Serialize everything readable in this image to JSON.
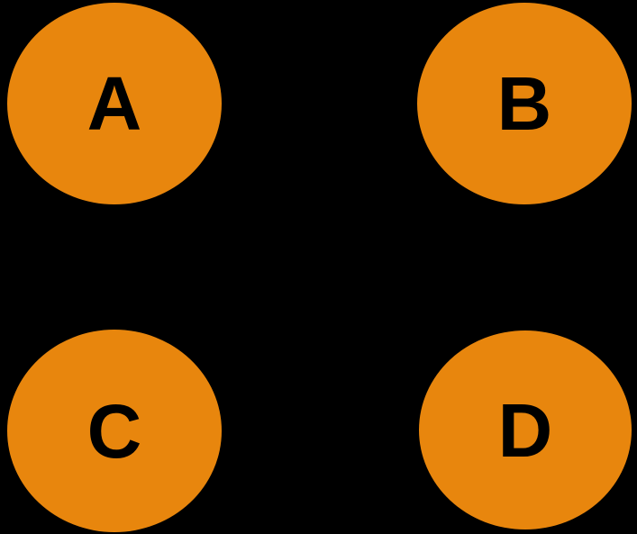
{
  "diagram": {
    "type": "node-graph",
    "nodes": [
      {
        "id": "A",
        "label": "A"
      },
      {
        "id": "B",
        "label": "B"
      },
      {
        "id": "C",
        "label": "C"
      },
      {
        "id": "D",
        "label": "D"
      }
    ],
    "edges": []
  },
  "colors": {
    "background": "#000000",
    "node_fill": "#E8860D",
    "node_label": "#000000"
  }
}
